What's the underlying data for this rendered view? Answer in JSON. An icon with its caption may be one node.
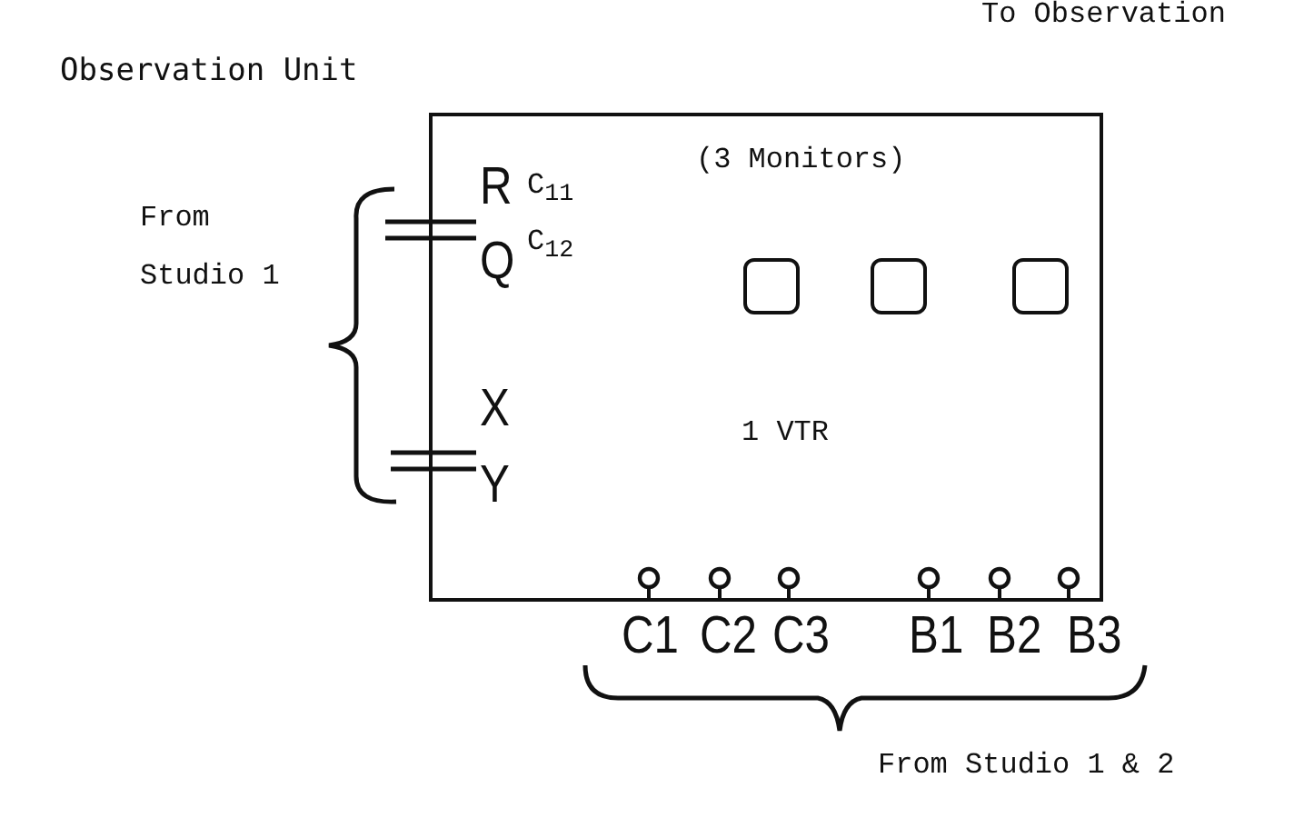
{
  "diagram": {
    "title": "Observation Unit",
    "nodes": [
      {
        "text": [],
        "shape": "box"
      },
      {
        "text": [],
        "shape": "box",
        "in": 0
      },
      {
        "text": [],
        "shape": "box",
        "in": 0
      },
      {
        "text": [],
        "shape": "box",
        "in": 0
      }
    ],
    "labels": [
      "To Observation",
      "R",
      "C$_{11}$",
      "(3 Monitors)",
      "From Studio 1",
      "Q",
      "C$_{12}$",
      "X",
      "1 VTR",
      "Y",
      "C1",
      "C2",
      "C3",
      "B1",
      "B2",
      "B3",
      "From Studio 1 & 2"
    ]
  }
}
